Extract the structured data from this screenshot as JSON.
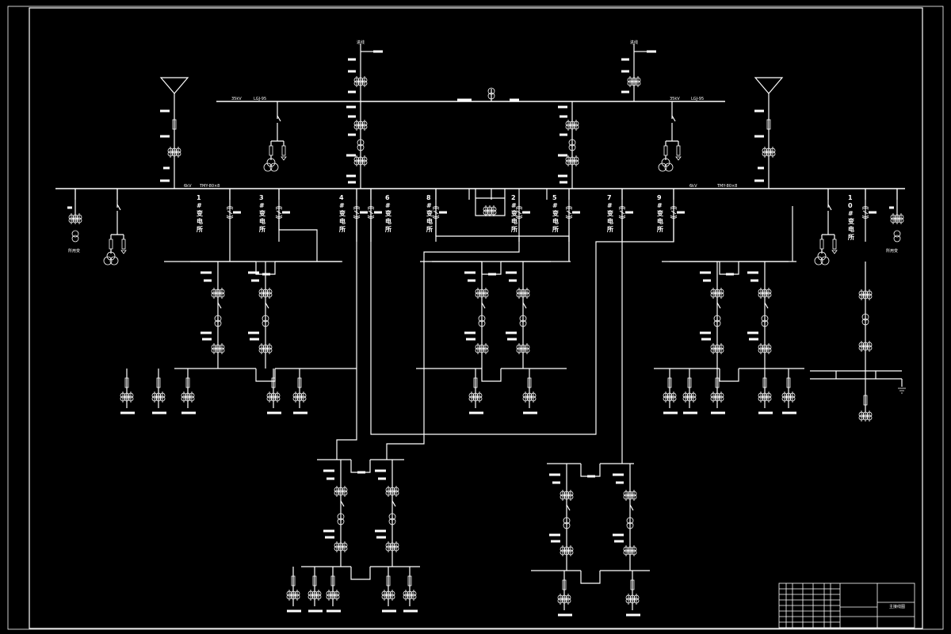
{
  "drawing": {
    "type": "electrical single-line diagram",
    "background": "#000000",
    "line_color": "#ffffff"
  },
  "top_bus": {
    "left_tag": "35kV",
    "left_spec": "LGJ-95",
    "right_tag": "35kV",
    "right_spec": "LGJ-95",
    "incomers": [
      "进线",
      "进线"
    ]
  },
  "main_bus": {
    "left_tag": "6kV",
    "left_spec": "TMY-80×8",
    "right_tag": "6kV",
    "right_spec": "TMY-80×8"
  },
  "feeders": [
    {
      "label": "1#变电所"
    },
    {
      "label": "3#变电所"
    },
    {
      "label": "4#变电所"
    },
    {
      "label": "6#变电所"
    },
    {
      "label": "8#变电所"
    },
    {
      "label": "2#变电所"
    },
    {
      "label": "5#变电所"
    },
    {
      "label": "7#变电所"
    },
    {
      "label": "9#变电所"
    },
    {
      "label": "10#变电所"
    }
  ],
  "side_labels": {
    "left_aux": "所用变",
    "right_aux": "所用变"
  },
  "title_block": {
    "drawing_title": "主接线图"
  }
}
